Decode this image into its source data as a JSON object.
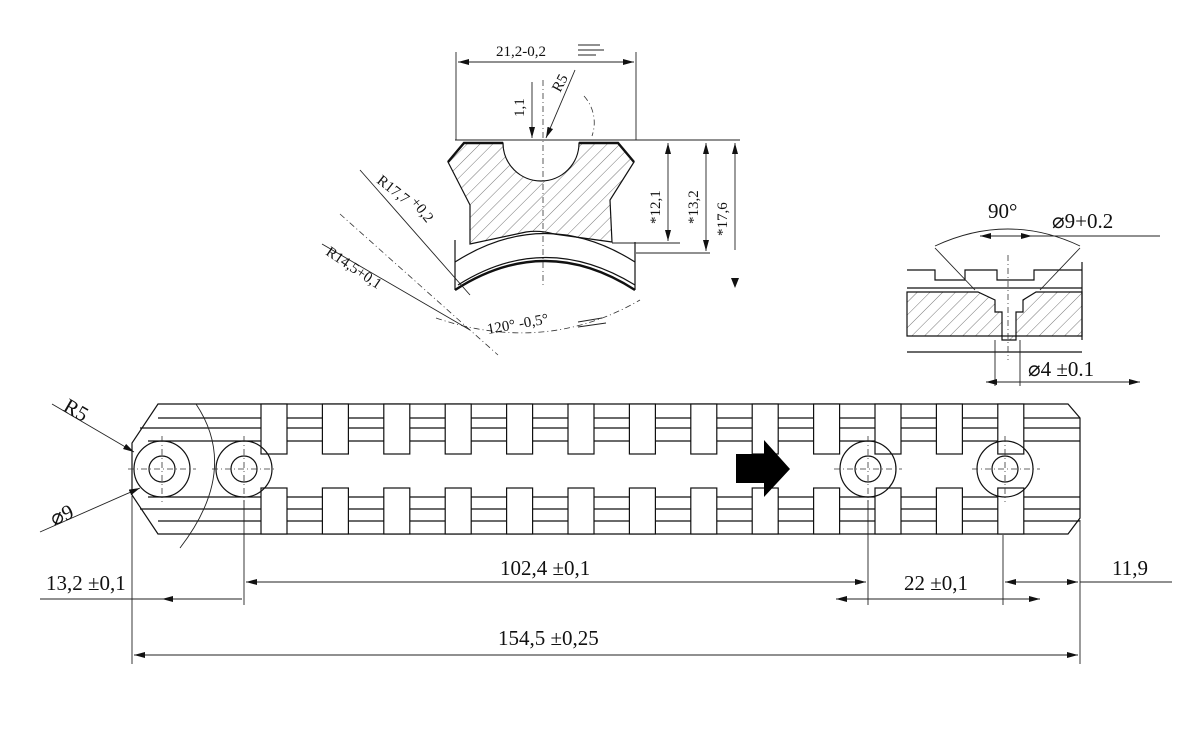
{
  "profile_view": {
    "width_label": "21,2-0,2",
    "radius_top_label": "R5",
    "depth_label": "1,1",
    "height_121_label": "*12,1",
    "height_132_label": "*13,2",
    "height_176_label": "*17,6",
    "radius_outer_label": "R17,7",
    "radius_outer_tol": "+0,2",
    "radius_inner_label": "R14,5+0,1",
    "angle_label": "120° -0,5°"
  },
  "hole_detail": {
    "angle_label": "90°",
    "counterbore_label": "⌀9+0.2",
    "bore_label": "⌀4 ±0.1"
  },
  "plan_view": {
    "radius_label": "R5",
    "hole_diameter_label": "⌀9",
    "dim_first_hole": "13,2 ±0,1",
    "dim_hole_span": "102,4 ±0,1",
    "dim_hole_pitch": "22 ±0,1",
    "dim_end": "11,9",
    "dim_overall": "154,5 ±0,25"
  }
}
